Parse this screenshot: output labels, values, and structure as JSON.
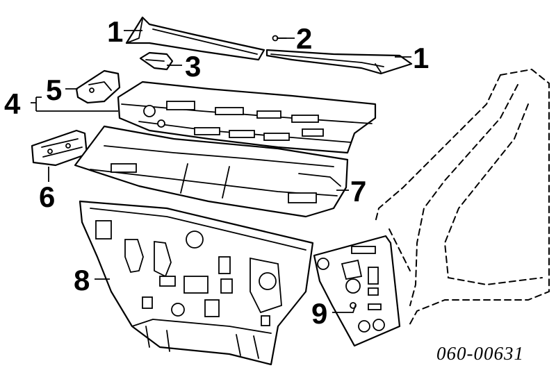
{
  "callouts": {
    "c1_left": "1",
    "c2": "2",
    "c3": "3",
    "c1_right": "1",
    "c4": "4",
    "c5": "5",
    "c6": "6",
    "c7": "7",
    "c8": "8",
    "c9": "9"
  },
  "part_number": "060-00631",
  "colors": {
    "ink": "#000000",
    "paper": "#ffffff"
  }
}
